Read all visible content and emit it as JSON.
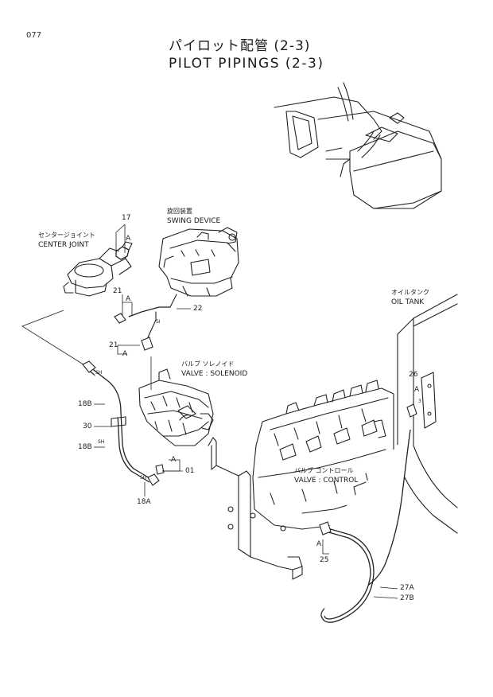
{
  "page_number": "077",
  "title_jp": "パイロット配管 (2-3)",
  "title_en": "PILOT PIPINGS (2-3)",
  "components": {
    "swing_device": {
      "jp": "旋回装置",
      "en": "SWING DEVICE"
    },
    "center_joint": {
      "jp": "センタージョイント",
      "en": "CENTER JOINT"
    },
    "oil_tank": {
      "jp": "オイルタンク",
      "en": "OIL TANK"
    },
    "valve_solenoid": {
      "jp": "バルブ ソレノイド",
      "en": "VALVE : SOLENOID"
    },
    "valve_control": {
      "jp": "バルブ コントロール",
      "en": "VALVE : CONTROL"
    }
  },
  "callouts": [
    "17",
    "21",
    "22",
    "21",
    "18B",
    "30",
    "18B",
    "18A",
    "01",
    "26",
    "25",
    "27A",
    "27B"
  ],
  "letter_marks": [
    "A",
    "A",
    "A",
    "A",
    "A",
    "A"
  ],
  "small_marks": [
    "SH",
    "SH",
    "SH",
    "SI",
    "3"
  ]
}
